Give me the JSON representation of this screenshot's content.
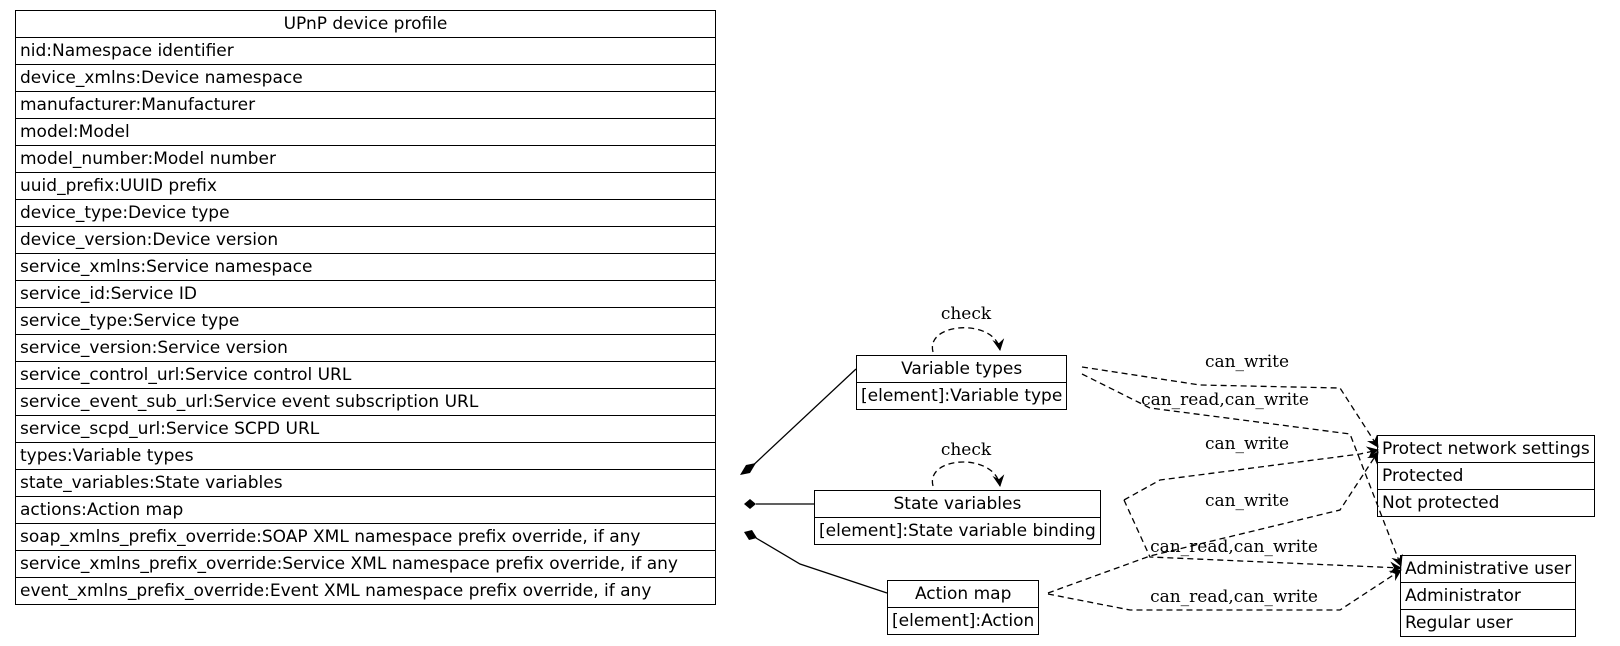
{
  "entities": {
    "upnp": {
      "title": "UPnP device profile",
      "fields": [
        "nid:Namespace identifier",
        "device_xmlns:Device namespace",
        "manufacturer:Manufacturer",
        "model:Model",
        "model_number:Model number",
        "uuid_prefix:UUID prefix",
        "device_type:Device type",
        "device_version:Device version",
        "service_xmlns:Service namespace",
        "service_id:Service ID",
        "service_type:Service type",
        "service_version:Service version",
        "service_control_url:Service control URL",
        "service_event_sub_url:Service event subscription URL",
        "service_scpd_url:Service SCPD URL",
        "types:Variable types",
        "state_variables:State variables",
        "actions:Action map",
        "soap_xmlns_prefix_override:SOAP XML namespace prefix override, if any",
        "service_xmlns_prefix_override:Service XML namespace prefix override, if any",
        "event_xmlns_prefix_override:Event XML namespace prefix override, if any"
      ]
    },
    "variable_types": {
      "title": "Variable types",
      "fields": [
        "[element]:Variable type"
      ]
    },
    "state_variables": {
      "title": "State variables",
      "fields": [
        "[element]:State variable binding"
      ]
    },
    "action_map": {
      "title": "Action map",
      "fields": [
        "[element]:Action"
      ]
    },
    "protect": {
      "title": "Protect network settings",
      "fields": [
        "Protected",
        "Not protected"
      ]
    },
    "admin": {
      "title": "Administrative user",
      "fields": [
        "Administrator",
        "Regular user"
      ]
    }
  },
  "edge_labels": {
    "vt_check": "check",
    "sv_check": "check",
    "vt_protect": "can_write",
    "vt_admin": "can_read,can_write",
    "sv_protect": "can_write",
    "sv_admin": "can_read,can_write",
    "am_protect": "can_write",
    "am_admin": "can_read,can_write"
  }
}
